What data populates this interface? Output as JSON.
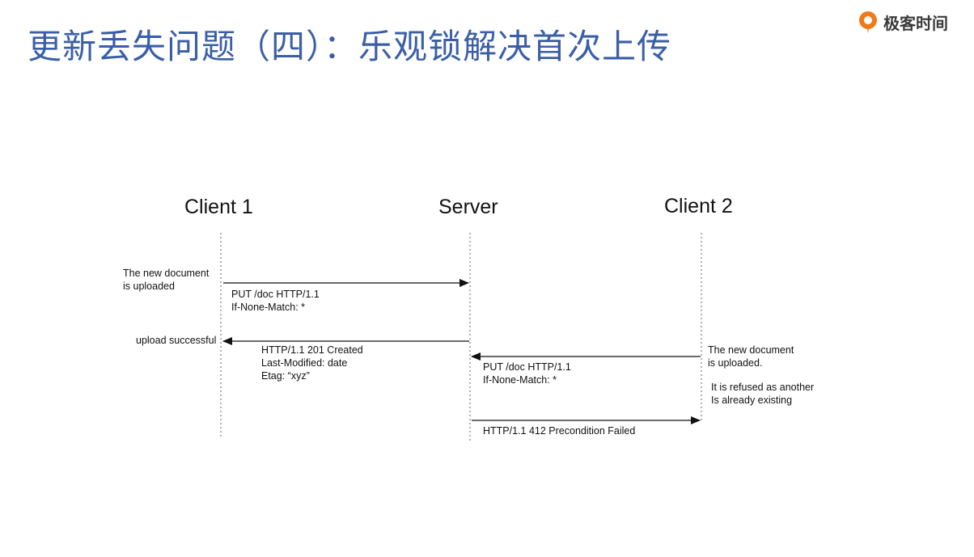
{
  "slide": {
    "title": "更新丢失问题（四）：乐观锁解决首次上传",
    "logo_text": "极客时间",
    "logo_icon": "geektime-logo-icon",
    "accent_color": "#3b5fa6",
    "logo_color": "#f07a1a"
  },
  "diagram": {
    "participants": {
      "client1": "Client 1",
      "server": "Server",
      "client2": "Client 2"
    },
    "notes": {
      "client1_upload_1": "The new document",
      "client1_upload_2": "is uploaded",
      "client1_success": "upload successful",
      "client2_upload_1": "The  new document",
      "client2_upload_2": "is uploaded.",
      "client2_refused_1": "It is refused as another",
      "client2_refused_2": "Is already existing"
    },
    "messages": {
      "m1_line1": "PUT   /doc   HTTP/1.1",
      "m1_line2": "If-None-Match:  *",
      "m2_line1": "HTTP/1.1   201  Created",
      "m2_line2": "Last-Modified:   date",
      "m2_line3": "Etag:    “xyz”",
      "m3_line1": "PUT   /doc   HTTP/1.1",
      "m3_line2": "If-None-Match:  *",
      "m4_line1": "HTTP/1.1   412  Precondition Failed"
    }
  }
}
